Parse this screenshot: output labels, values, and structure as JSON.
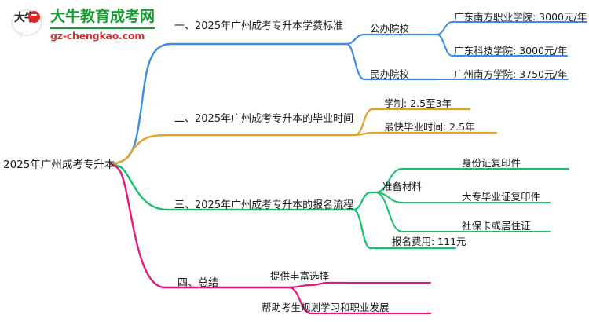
{
  "logo": {
    "badge_text": "大牛",
    "title": "大牛教育成考网",
    "subtitle": "gz-chengkao.com",
    "brand_green": "#1a9b34",
    "brand_red": "#d4282d"
  },
  "mindmap": {
    "root": "2025年广州成考专升本",
    "branch_colors": [
      "#3d8ce8",
      "#e8a128",
      "#13c26b",
      "#e8177e"
    ],
    "branches": [
      {
        "label": "一、2025年广州成考专升本学费标准",
        "color": "#3d8ce8",
        "children": [
          {
            "label": "公办院校",
            "children": [
              {
                "label": "广东南方职业学院: 3000元/年"
              },
              {
                "label": "广东科技学院: 3000元/年"
              }
            ]
          },
          {
            "label": "民办院校",
            "children": [
              {
                "label": "广州南方学院: 3750元/年"
              }
            ]
          }
        ]
      },
      {
        "label": "二、2025年广州成考专升本的毕业时间",
        "color": "#e8a128",
        "children": [
          {
            "label": "学制: 2.5至3年",
            "children": []
          },
          {
            "label": "最快毕业时间: 2.5年",
            "children": []
          }
        ]
      },
      {
        "label": "三、2025年广州成考专升本的报名流程",
        "color": "#13c26b",
        "children": [
          {
            "label": "准备材料",
            "children": [
              {
                "label": "身份证复印件"
              },
              {
                "label": "大专毕业证复印件"
              },
              {
                "label": "社保卡或居住证"
              }
            ]
          },
          {
            "label": "报名费用: 111元",
            "children": []
          }
        ]
      },
      {
        "label": "四、总结",
        "color": "#e8177e",
        "children": [
          {
            "label": "提供丰富选择",
            "children": []
          },
          {
            "label": "帮助考生规划学习和职业发展",
            "children": []
          }
        ]
      }
    ]
  }
}
